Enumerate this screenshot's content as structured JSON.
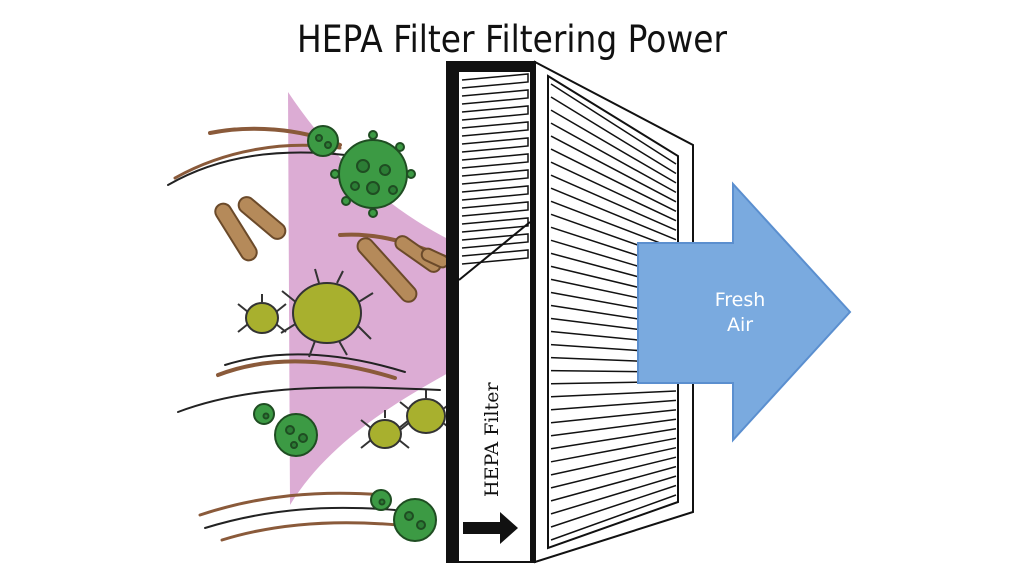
{
  "title": "HEPA Filter Filtering Power",
  "filter_label": "HEPA Filter",
  "arrow_label_line1": "Fresh",
  "arrow_label_line2": "Air",
  "colors": {
    "particle_cone": "#dcacd4",
    "arrow_fill": "#7aaadf",
    "arrow_stroke": "#5b8fcf",
    "virus": "#3c9a44",
    "virus_spot": "#2c7d35",
    "mite": "#a8b02e",
    "hair": "#8a5a3a",
    "pollen_rod": "#b58a5a",
    "frame": "#111111"
  },
  "icons": [
    "virus-particle",
    "dust-mite",
    "hair-strand",
    "pollen-rod",
    "right-arrow-icon"
  ]
}
